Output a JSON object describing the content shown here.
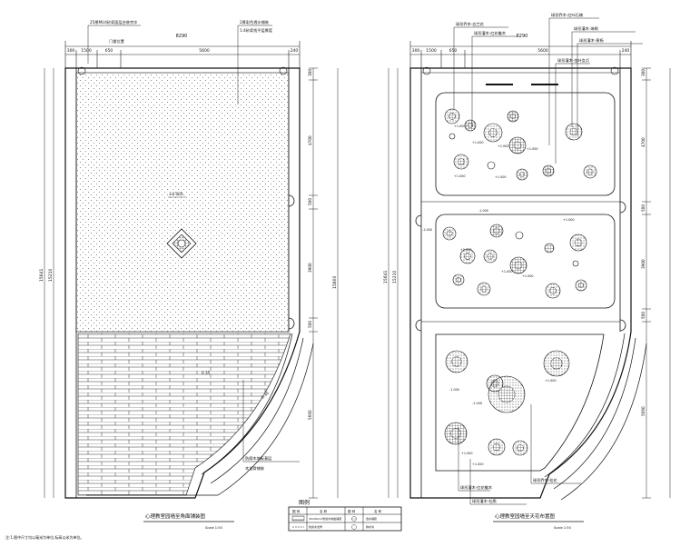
{
  "left_plan": {
    "title": "心理教室园墙至角面铺装图",
    "scale": "Scale 1:50",
    "dims_top": [
      "300",
      "1500",
      "650",
      "5600",
      "240"
    ],
    "dim_total_top": "8290",
    "dims_right": [
      "300",
      "4700",
      "500",
      "3900",
      "500",
      "5660"
    ],
    "dims_left": [
      "15641",
      "15210"
    ],
    "dim_right_total": "15800",
    "notes": {
      "top_left": "25厚MU4砂浆面层台装完毕",
      "gate": "门楼位置",
      "top_right": "2厚彩色透水铺装",
      "top_right2": "1:4砂浆找平层厚度",
      "center": "±0.000",
      "deck": "0.35",
      "curve": "-0.30",
      "bottom1": "防腐木地板基层",
      "bottom2": "木龙骨铺装"
    }
  },
  "right_plan": {
    "title": "心理教室园墙至天花布置图",
    "scale": "Scale 1:50",
    "dims_top": [
      "300",
      "1500",
      "650",
      "5600",
      "240"
    ],
    "dim_total_top": "8290",
    "dims_right": [
      "300",
      "4700",
      "500",
      "3900",
      "500",
      "5660"
    ],
    "dims_left": [
      "15641",
      "15210"
    ],
    "notes": {
      "n1": "球形乔木-白兰花",
      "n2": "球形灌木-红花檵木",
      "n3": "球形乔木-红叶石楠",
      "n4": "球形灌木-金叶女贞",
      "n5": "球形灌木-海桐",
      "n6": "球形灌木-黄杨",
      "n7": "球形乔木-桂花",
      "n8": "球形灌木-杜鹃"
    },
    "elevations": [
      "+1.000",
      "+1.000",
      "+1.000",
      "+1.000",
      "+1.000",
      "+1.000",
      "-1.000",
      "-1.000",
      "+1.000",
      "+1.000",
      "+1.000",
      "+1.000",
      "-1.000",
      "-1.000",
      "+1.000",
      "+1.000",
      "+1.000"
    ]
  },
  "legend": {
    "title": "图例",
    "headers": [
      "图 例",
      "名 称",
      "图 例",
      "名 称"
    ],
    "rows": [
      [
        "30x30mm防腐木地板铺装",
        "透水铺装"
      ],
      [
        "防腐木龙骨",
        "排水沟"
      ]
    ]
  },
  "footnote": "注:1.图中尺寸均以毫米为单位,标高以米为单位。"
}
